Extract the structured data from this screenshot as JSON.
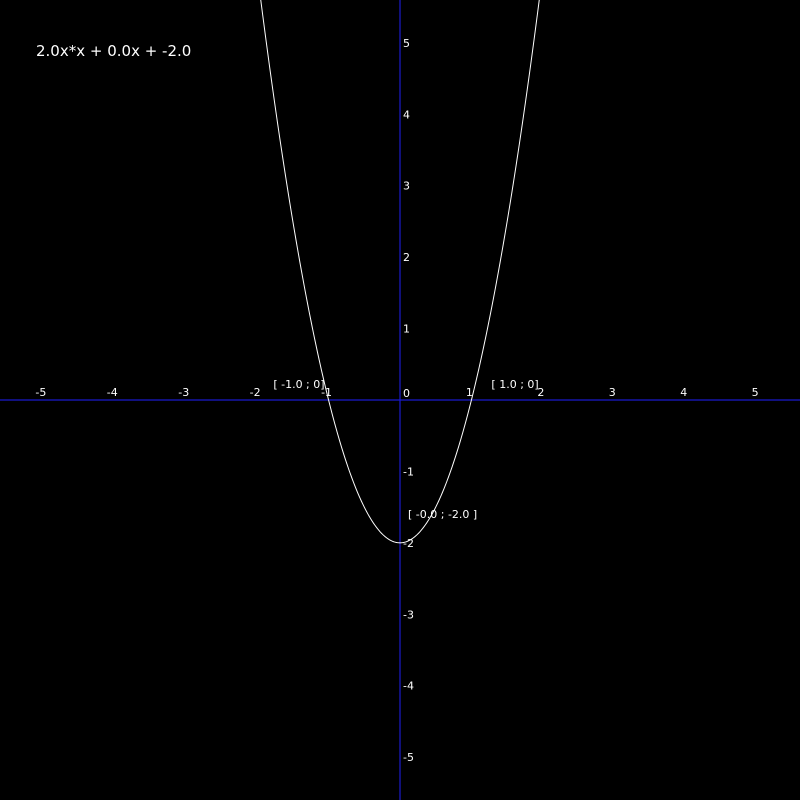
{
  "chart_data": {
    "type": "line",
    "title": "2.0x*x + 0.0x + -2.0",
    "xlabel": "",
    "ylabel": "",
    "xlim": [
      -5.6,
      5.6
    ],
    "ylim": [
      -5.6,
      5.6
    ],
    "grid": false,
    "coefficients": {
      "a": 2.0,
      "b": 0.0,
      "c": -2.0
    },
    "x_ticks": [
      -5,
      -4,
      -3,
      -2,
      -1,
      0,
      1,
      2,
      3,
      4,
      5
    ],
    "y_ticks": [
      -5,
      -4,
      -3,
      -2,
      -1,
      1,
      2,
      3,
      4,
      5
    ],
    "origin_label": "0",
    "annotations": [
      {
        "x": -1.0,
        "y": 0,
        "label": "[ -1.0 ; 0]"
      },
      {
        "x": 1.0,
        "y": 0,
        "label": "[ 1.0 ; 0]"
      },
      {
        "x": 0.0,
        "y": -2.0,
        "label": "[ -0.0 ; -2.0 ]"
      }
    ],
    "colors": {
      "background": "#000000",
      "axes": "#1a1acc",
      "curve": "#ffffff",
      "text": "#ffffff"
    }
  }
}
